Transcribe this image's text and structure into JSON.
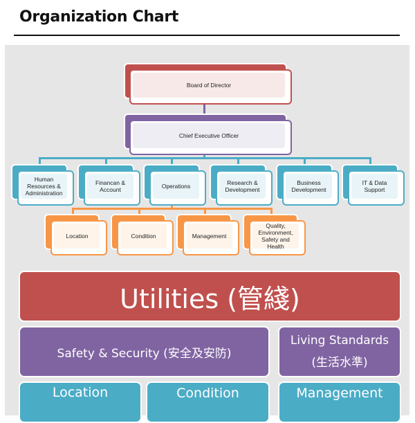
{
  "page": {
    "title": "Organization Chart"
  },
  "colors": {
    "board": "#c0504d",
    "ceo": "#8064a2",
    "department": "#4bacc6",
    "operations_sub": "#f79646",
    "panel_bg": "#e6e6e6"
  },
  "org_chart": {
    "board": {
      "label": "Board of Director"
    },
    "ceo": {
      "label": "Chief Executive Officer"
    },
    "departments": [
      {
        "label": "Human Resources & Administration"
      },
      {
        "label": "Financan & Account"
      },
      {
        "label": "Operations"
      },
      {
        "label": "Research & Development"
      },
      {
        "label": "Business Development"
      },
      {
        "label": "IT & Data Support"
      }
    ],
    "operations_units": [
      {
        "label": "Location"
      },
      {
        "label": "Condition"
      },
      {
        "label": "Management"
      },
      {
        "label": "Quality, Environment, Safety and Health"
      }
    ]
  },
  "hierarchy_blocks": {
    "utilities": "Utilities (管綫)",
    "safety_security": "Safety & Security (安全及安防)",
    "living_standards_en": "Living Standards",
    "living_standards_zh": "(生活水準)",
    "bottom": [
      {
        "label": "Location"
      },
      {
        "label": "Condition"
      },
      {
        "label": "Management"
      }
    ]
  }
}
